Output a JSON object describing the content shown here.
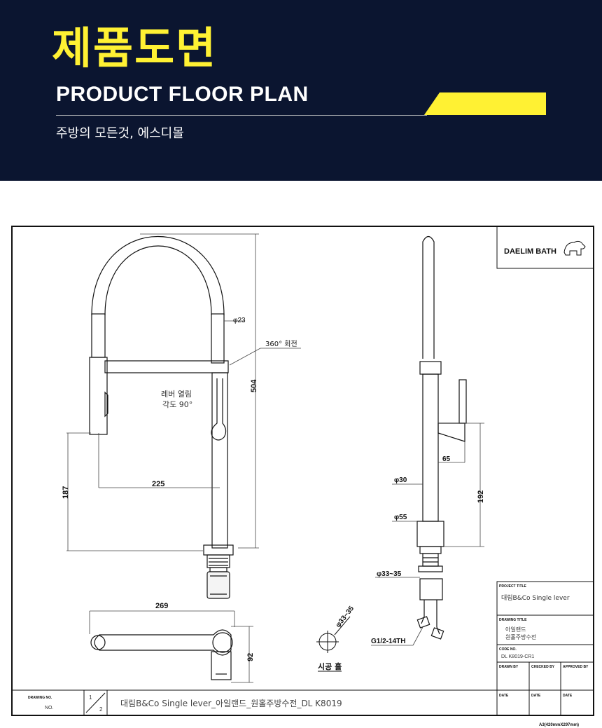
{
  "header": {
    "title_kr": "제품도면",
    "title_en": "PRODUCT FLOOR PLAN",
    "subtitle": "주방의 모든것, 에스디몰",
    "accent_color": "#fff133",
    "background_color": "#0b1530"
  },
  "drawing": {
    "brand": "DAELIM BATH",
    "logo_icon": "polar-bear-icon",
    "front": {
      "dia_hose": "φ23",
      "rotation": "360° 회전",
      "lever_angle_line1": "레버 열림",
      "lever_angle_line2": "각도 90°",
      "height": "504",
      "spout_height": "187",
      "reach": "225"
    },
    "side": {
      "handle": "65",
      "dia_body": "φ30",
      "height": "192",
      "dia_base": "φ55",
      "dia_thread": "φ33~35",
      "connector": "G1/2-14TH"
    },
    "top": {
      "length": "269",
      "depth": "92"
    },
    "hole": {
      "dia": "φ33~35",
      "label": "시공 홀"
    },
    "title_block": {
      "project_title_label": "PROJECT TITLE",
      "project_title": "대림B&Co  Single lever",
      "drawing_title_label": "DRAWING TITLE",
      "drawing_title_1": "아일랜드",
      "drawing_title_2": "원홀주방수전",
      "code_label": "CODE NO.",
      "code": "DL K8019-CR1",
      "drawn_by": "DRAWN BY",
      "checked_by": "CHECKED BY",
      "approved_by": "APPROVED BY",
      "date": "DATE"
    },
    "bottom_bar": {
      "drawing_no_label": "DRAWING NO.",
      "no": "NO.",
      "sheet_num": "1",
      "sheet_den": "2",
      "full_title": "대림B&Co  Single  lever_아일랜드_원홀주방수전_DL  K8019"
    },
    "paper_size": "A3(420mmX297mm)"
  }
}
